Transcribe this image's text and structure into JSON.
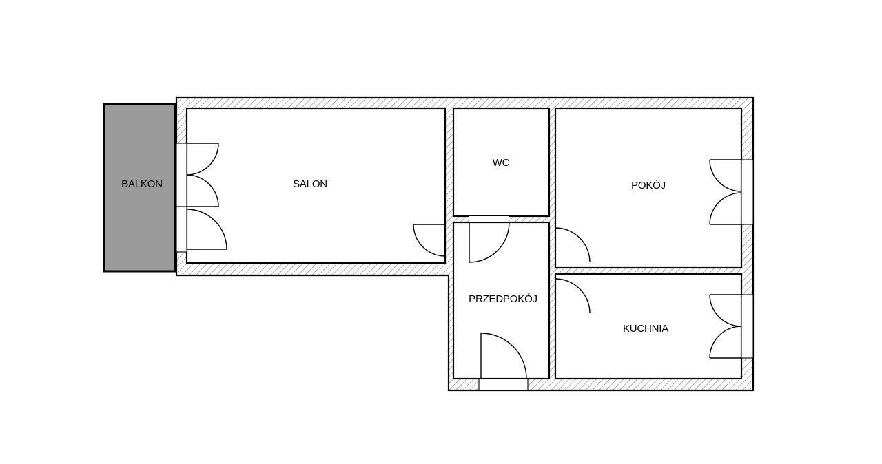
{
  "plan": {
    "rooms": [
      {
        "id": "balkon",
        "label": "BALKON"
      },
      {
        "id": "salon",
        "label": "SALON"
      },
      {
        "id": "wc",
        "label": "WC"
      },
      {
        "id": "pokoj",
        "label": "POKÓJ"
      },
      {
        "id": "przedpokoj",
        "label": "PRZEDPOKÓJ"
      },
      {
        "id": "kuchnia",
        "label": "KUCHNIA"
      }
    ],
    "colors": {
      "wall_hatch": "#9a9a9a",
      "balcony_fill": "#9b9b9b",
      "outline": "#000000",
      "background": "#ffffff"
    }
  }
}
